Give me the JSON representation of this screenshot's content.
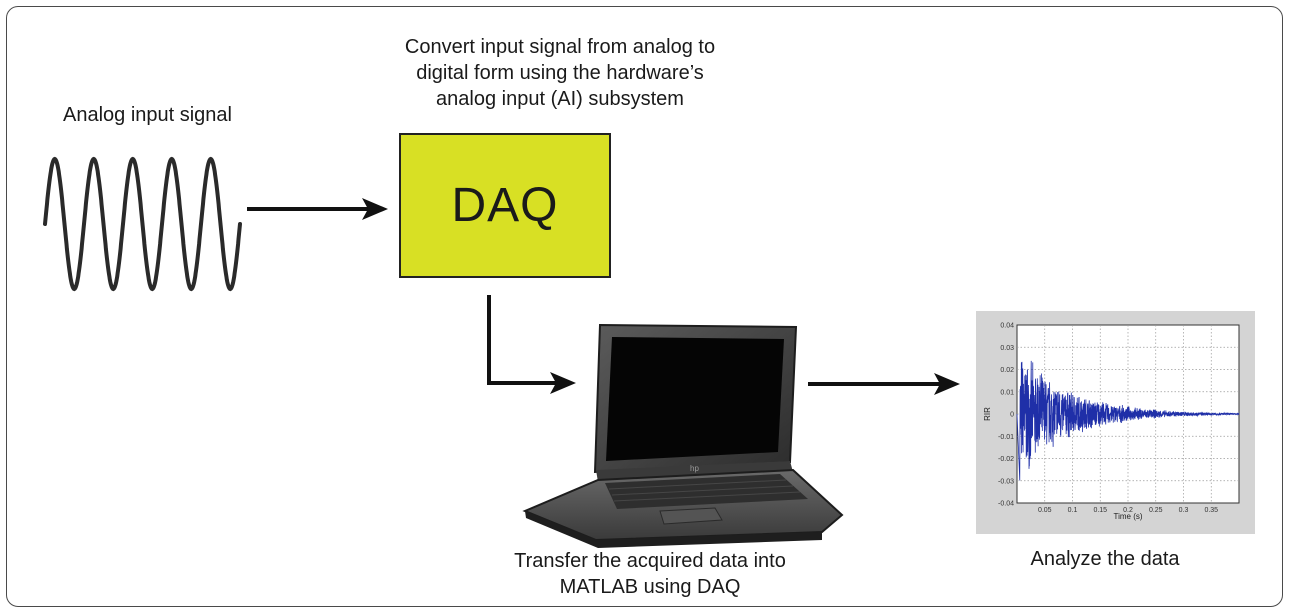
{
  "labels": {
    "analog_input": "Analog input signal",
    "convert_line1": "Convert input signal from analog to",
    "convert_line2": "digital form using the hardware’s",
    "convert_line3": "analog input (AI) subsystem",
    "daq": "DAQ",
    "transfer_line1": "Transfer the acquired data into",
    "transfer_line2": "MATLAB using DAQ",
    "analyze": "Analyze the data"
  },
  "laptop": {
    "brand_mark": "hp"
  },
  "chart_data": {
    "type": "line",
    "xlabel": "Time (s)",
    "ylabel": "RIR",
    "xlim": [
      0,
      0.4
    ],
    "ylim": [
      -0.04,
      0.04
    ],
    "xticks": [
      "0.05",
      "0.1",
      "0.15",
      "0.2",
      "0.25",
      "0.3",
      "0.35"
    ],
    "xtick_values": [
      0.05,
      0.1,
      0.15,
      0.2,
      0.25,
      0.3,
      0.35
    ],
    "yticks": [
      "0.04",
      "0.03",
      "0.02",
      "0.01",
      "0",
      "-0.01",
      "-0.02",
      "-0.03",
      "-0.04"
    ],
    "ytick_values": [
      0.04,
      0.03,
      0.02,
      0.01,
      0,
      -0.01,
      -0.02,
      -0.03,
      -0.04
    ],
    "grid": true,
    "series_color": "#1f2fa8",
    "decay": {
      "onset_s": 0.005,
      "peak_amplitude": 0.031,
      "end_s": 0.4
    }
  },
  "colors": {
    "daq_fill": "#d8e024",
    "chart_bg": "#d4d4d4",
    "line": "#111111"
  }
}
